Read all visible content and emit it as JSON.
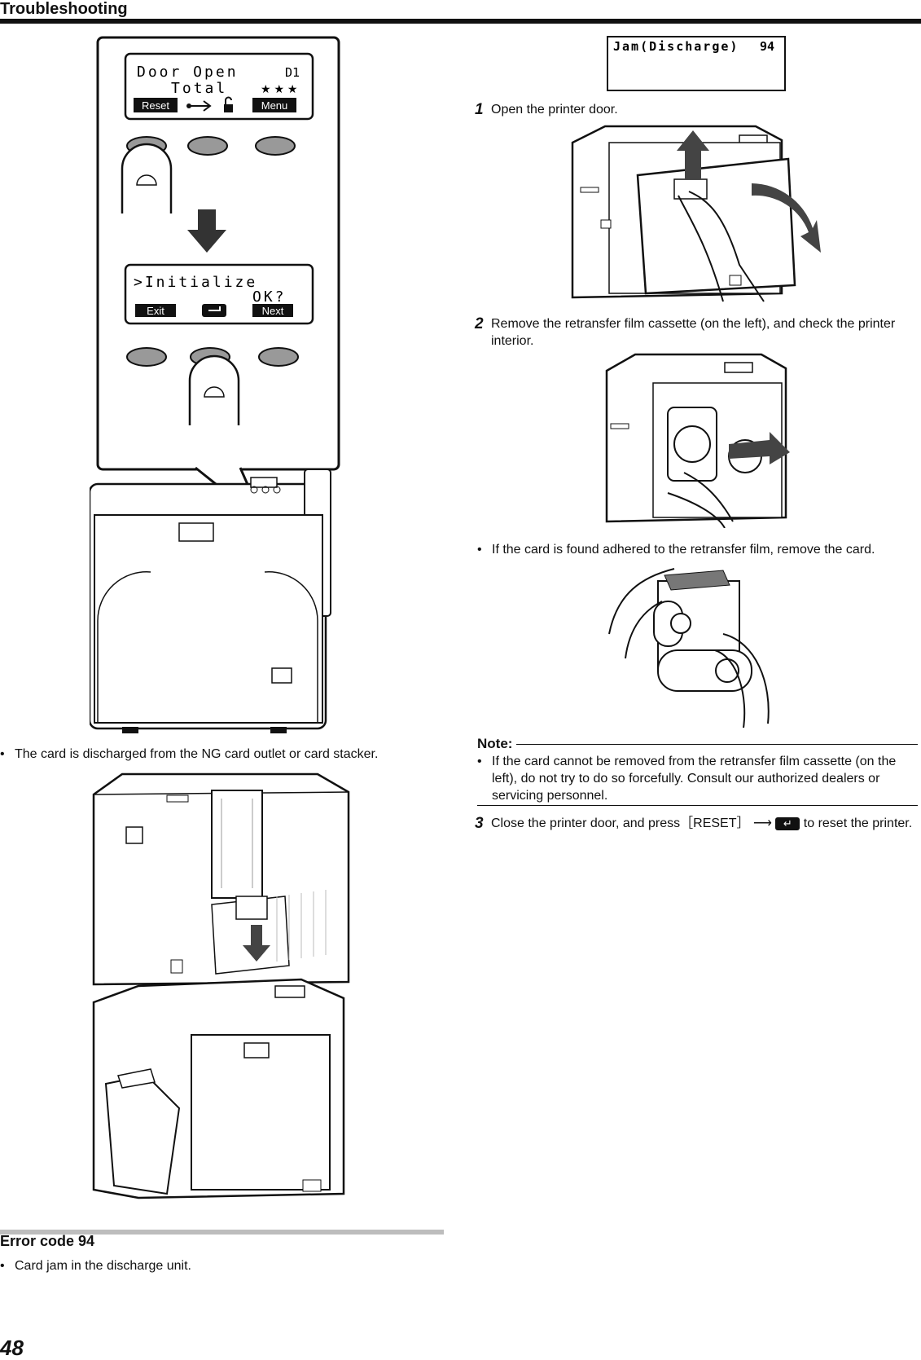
{
  "header": {
    "title": "Troubleshooting"
  },
  "left": {
    "panel1": {
      "line1": "Door Open",
      "code": "D1",
      "line2": "Total",
      "stars": "★ ★ ★",
      "left_btn": "Reset",
      "right_btn": "Menu"
    },
    "panel2": {
      "line1": ">Initialize",
      "line2": "OK?",
      "left_btn": "Exit",
      "right_btn": "Next"
    },
    "bullet_discharge": "The card is discharged from the NG card outlet or card stacker.",
    "section_title": "Error code 94",
    "bullet_error": "Card jam in the discharge unit."
  },
  "right": {
    "lcd": {
      "text": "Jam(Discharge)",
      "code": "94"
    },
    "step1": {
      "num": "1",
      "text": "Open the printer door."
    },
    "step2": {
      "num": "2",
      "text": "Remove the retransfer film cassette (on the left), and check the printer interior."
    },
    "bullet_adhered": "If the card is found adhered to the retransfer film, remove the card.",
    "note": {
      "title": "Note:",
      "text": "If the card cannot be removed from the retransfer film cassette (on the left), do not try to do so forcefully. Consult our authorized dealers or servicing personnel."
    },
    "step3": {
      "num": "3",
      "text_before": "Close the printer door, and press［RESET］",
      "text_after": "to reset the printer."
    }
  },
  "footer": {
    "page_number": "48"
  }
}
